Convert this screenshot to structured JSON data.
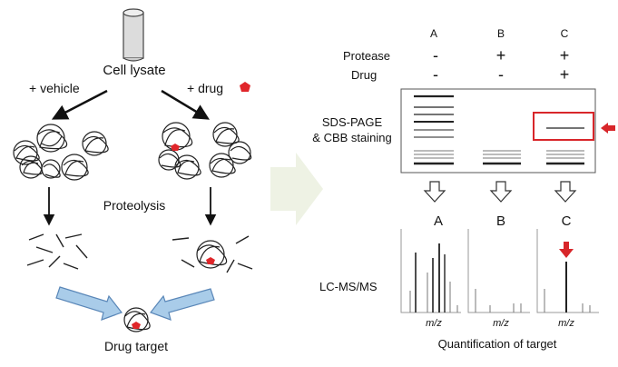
{
  "left": {
    "lysate_label": "Cell lysate",
    "vehicle_label": "+ vehicle",
    "drug_label": "+ drug",
    "proteolysis_label": "Proteolysis",
    "target_label": "Drug target"
  },
  "right": {
    "columns": [
      "A",
      "B",
      "C"
    ],
    "protease_label": "Protease",
    "drug_label": "Drug",
    "protease_row": [
      "-",
      "+",
      "+"
    ],
    "drug_row": [
      "-",
      "-",
      "+"
    ],
    "sds_label_1": "SDS-PAGE",
    "sds_label_2": "& CBB staining",
    "lcms_label": "LC-MS/MS",
    "spectrum_titles": [
      "A",
      "B",
      "C"
    ],
    "mz_label": "m/z",
    "quant_label": "Quantification of target"
  },
  "colors": {
    "drug_red": "#e0262a",
    "highlight_box": "#d8262a",
    "arrow_blue": "#a9cce9",
    "arrow_blue_edge": "#5a87b8",
    "transition_arrow": "#eef2e4"
  }
}
